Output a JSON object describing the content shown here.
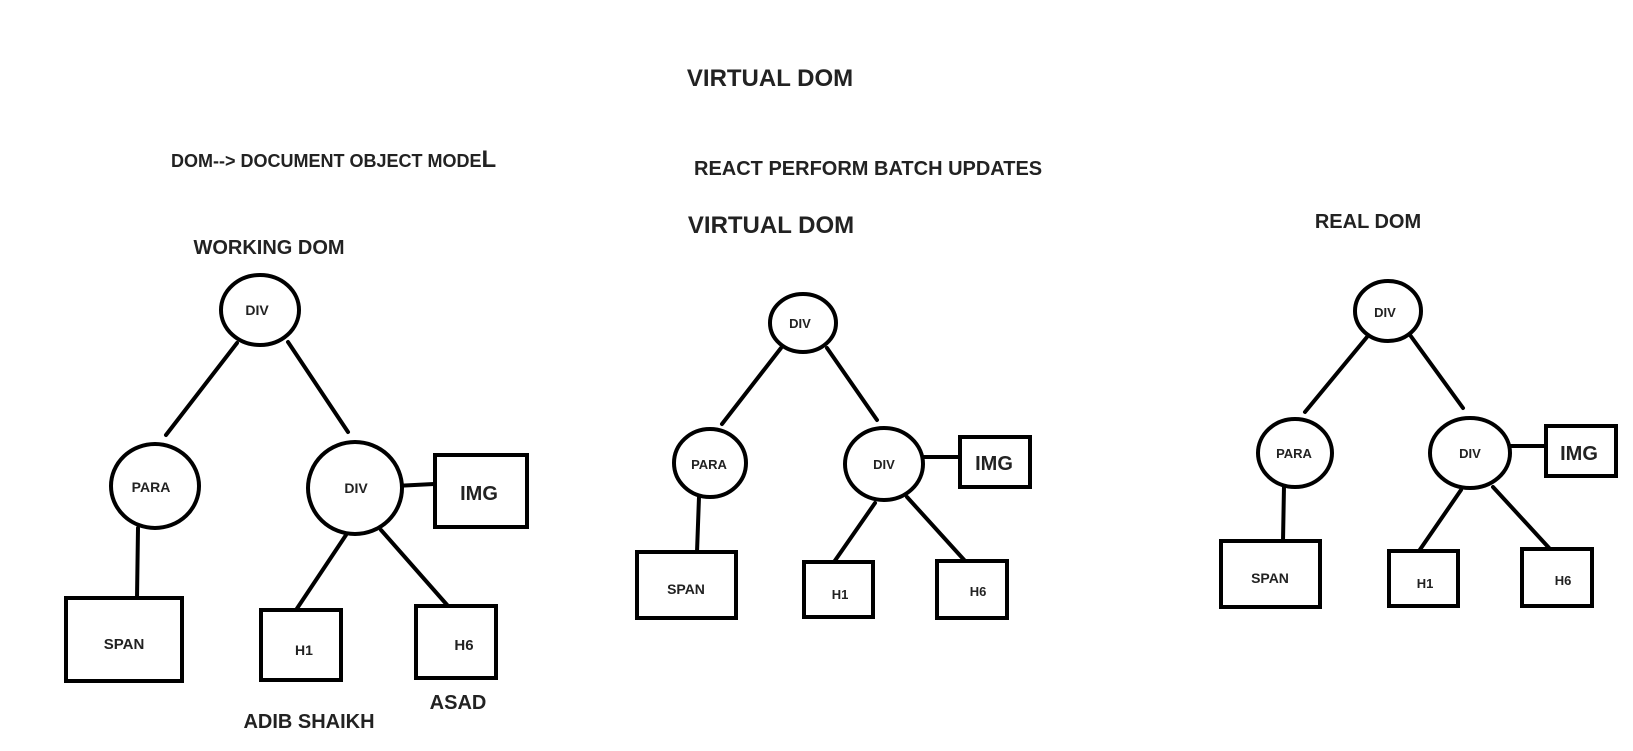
{
  "texts": {
    "main_title": "VIRTUAL DOM",
    "dom_definition": "DOM--> DOCUMENT OBJECT MODE",
    "dom_definition_last_letter": "L",
    "batch_note": "REACT PERFORM BATCH UPDATES",
    "author_1": "ADIB SHAIKH",
    "author_2": "ASAD"
  },
  "trees": [
    {
      "title": "WORKING DOM",
      "nodes": {
        "root": "DIV",
        "para": "PARA",
        "div": "DIV",
        "img": "IMG",
        "span": "SPAN",
        "h1": "H1",
        "h6": "H6"
      }
    },
    {
      "title": "VIRTUAL DOM",
      "nodes": {
        "root": "DIV",
        "para": "PARA",
        "div": "DIV",
        "img": "IMG",
        "span": "SPAN",
        "h1": "H1",
        "h6": "H6"
      }
    },
    {
      "title": "REAL DOM",
      "nodes": {
        "root": "DIV",
        "para": "PARA",
        "div": "DIV",
        "img": "IMG",
        "span": "SPAN",
        "h1": "H1",
        "h6": "H6"
      }
    }
  ],
  "colors": {
    "stroke": "#000000",
    "text": "#222222",
    "background": "#ffffff"
  }
}
